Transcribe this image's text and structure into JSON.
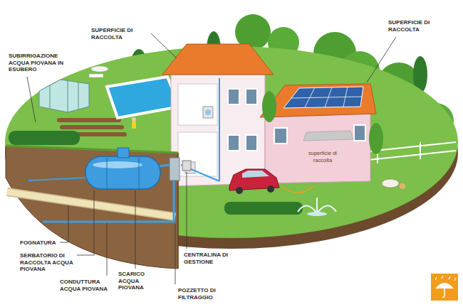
{
  "diagram": {
    "labels": [
      "SUPERFICIE DI RACCOLTA",
      "SUPERFICIE DI RACCOLTA",
      "SUBIRRIGAZIONE ACQUA PIOVANA IN ESUBERO",
      "superficie di raccolta",
      "FOGNATURA",
      "SERBATORIO DI RACCOLTA ACQUA PIOVANA",
      "CONDUTTURA ACQUA PIOVANA",
      "SCARICO ACQUA PIOVANA",
      "CENTRALINA DI GESTIONE",
      "POZZETTO DI FILTRAGGIO"
    ]
  }
}
